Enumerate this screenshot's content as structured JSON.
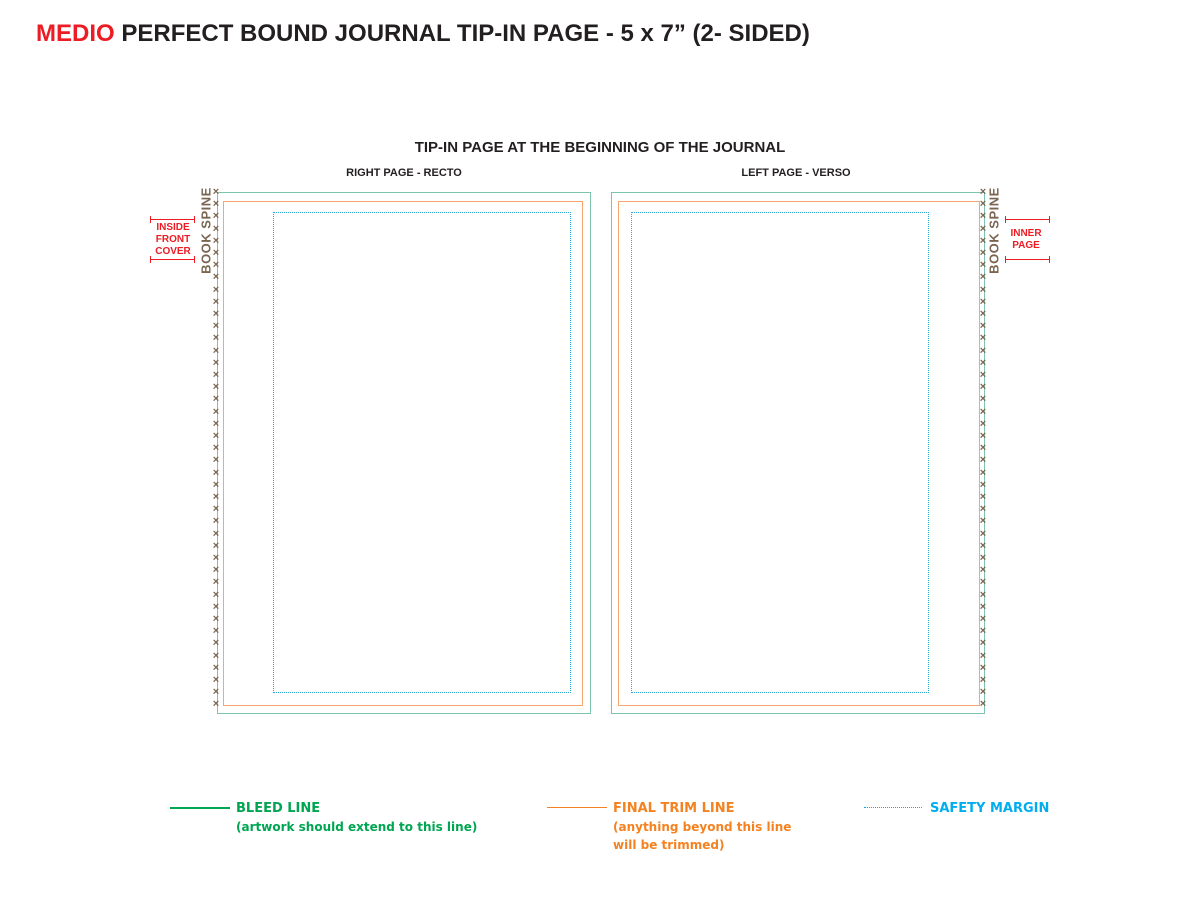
{
  "header": {
    "brand": "MEDIO",
    "title": "PERFECT BOUND JOURNAL TIP-IN PAGE - 5 x 7” (2- SIDED)",
    "subtitle": "TIP-IN PAGE AT THE BEGINNING OF THE JOURNAL"
  },
  "pages": {
    "right_label": "RIGHT PAGE - RECTO",
    "left_label": "LEFT PAGE - VERSO"
  },
  "spine": {
    "label": "BOOK SPINE",
    "left_note_line1": "INSIDE",
    "left_note_line2": "FRONT",
    "left_note_line3": "COVER",
    "right_note_line1": "INNER",
    "right_note_line2": "PAGE"
  },
  "legend": {
    "bleed_title": "BLEED LINE",
    "bleed_desc": "(artwork should extend to this line)",
    "trim_title": "FINAL TRIM LINE",
    "trim_desc_1": "(anything beyond this line",
    "trim_desc_2": "will be trimmed)",
    "safety_title": "SAFETY MARGIN"
  },
  "colors": {
    "brand_red": "#ed1c24",
    "bleed_green": "#00a551",
    "trim_orange": "#f58220",
    "safety_blue": "#00aeef",
    "spine_brown": "#7a6650"
  }
}
